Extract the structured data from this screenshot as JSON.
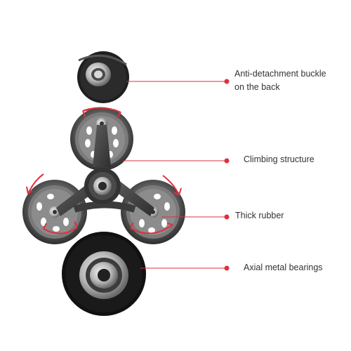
{
  "labels": {
    "buckle_line1": "Anti-detachment buckle",
    "buckle_line2": "on the back",
    "climbing": "Climbing structure",
    "rubber": "Thick rubber",
    "bearings": "Axial metal bearings"
  },
  "colors": {
    "leader_line": "#e0303a",
    "background": "#ffffff",
    "label_text": "#333333",
    "rubber_dark": "#3a3a3a",
    "hub_grey": "#6e6e6e"
  }
}
